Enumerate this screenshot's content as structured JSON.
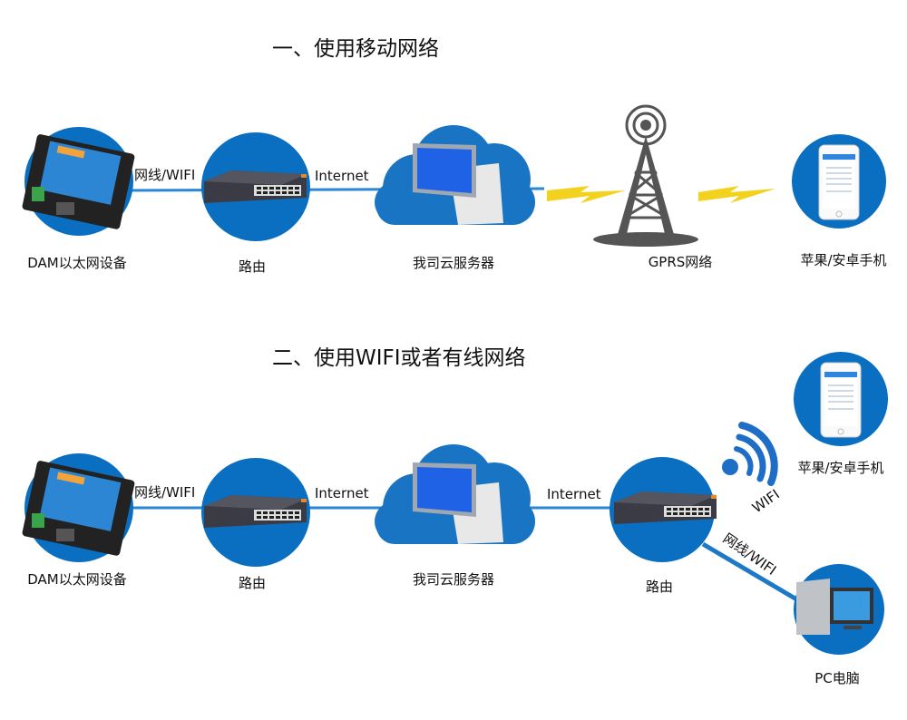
{
  "section1": {
    "title": "一、使用移动网络",
    "nodes": {
      "device": "DAM以太网设备",
      "router": "路由",
      "server": "我司云服务器",
      "gprs": "GPRS网络",
      "phone": "苹果/安卓手机"
    },
    "links": {
      "device_router": "网线/WIFI",
      "router_server": "Internet"
    }
  },
  "section2": {
    "title": "二、使用WIFI或者有线网络",
    "nodes": {
      "device": "DAM以太网设备",
      "router": "路由",
      "server": "我司云服务器",
      "router2": "路由",
      "phone": "苹果/安卓手机",
      "pc": "PC电脑"
    },
    "links": {
      "device_router": "网线/WIFI",
      "router_server": "Internet",
      "server_router2": "Internet",
      "router2_phone": "WIFI",
      "router2_pc": "网线/WIFI"
    }
  },
  "colors": {
    "circle": "#0a6fc0",
    "line": "#2a86d6",
    "bolt": "#f2d21c",
    "tower": "#555555"
  }
}
